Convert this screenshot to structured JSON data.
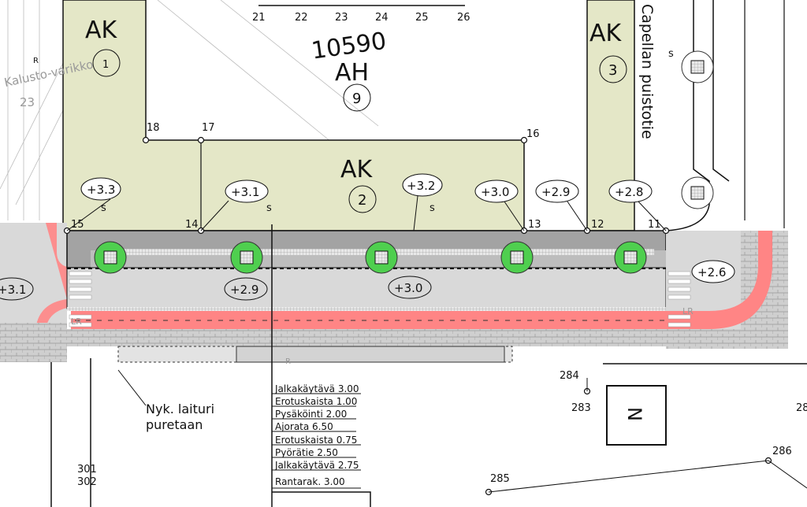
{
  "plot": {
    "blocks": [
      {
        "use": "AK",
        "number": "1"
      },
      {
        "use": "AK",
        "number": "2"
      },
      {
        "use": "AK",
        "number": "3"
      }
    ],
    "center_block": {
      "id": "10590",
      "use": "AH",
      "number": "9"
    },
    "old_text": {
      "name": "Kalusto-varikko",
      "number": "23"
    },
    "street_name": "Capellan puistotie",
    "top_points": [
      "21",
      "22",
      "23",
      "24",
      "25",
      "26"
    ],
    "points": {
      "p18": "18",
      "p17": "17",
      "p16": "16",
      "p15": "15",
      "p14": "14",
      "p13": "13",
      "p12": "12",
      "p11": "11",
      "p284": "284",
      "p283": "283",
      "p285": "285",
      "p286": "286",
      "p301": "301",
      "p302": "302",
      "p28": "28"
    },
    "elevations": {
      "e1": "+3.3",
      "e2": "+3.1",
      "e3": "+3.2",
      "e4": "+3.0",
      "e5": "+2.9",
      "e6": "+2.8",
      "e7": "+2.9",
      "e8": "+3.0",
      "e9": "+2.6",
      "e10": "+3.1"
    },
    "note": {
      "line1": "Nyk. laituri",
      "line2": "puretaan"
    },
    "north_label": "N",
    "marker_s": "s",
    "marker_lr": "LR",
    "marker_r": "R"
  },
  "cross_section": [
    "Jalkakäytävä 3.00",
    "Erotuskaista 1.00",
    "Pysäköinti 2.00",
    "Ajorata 6.50",
    "Erotuskaista 0.75",
    "Pyörätie 2.50",
    "Jalkakäytävä 2.75",
    "Rantarak. 3.00"
  ],
  "colors": {
    "block": "#e4e7c7",
    "street_dark": "#a3a3a3",
    "street_light": "#d9d9d9",
    "bike": "#ff8585",
    "tree": "#4fcf4f",
    "paving": "#c8c8c8"
  }
}
